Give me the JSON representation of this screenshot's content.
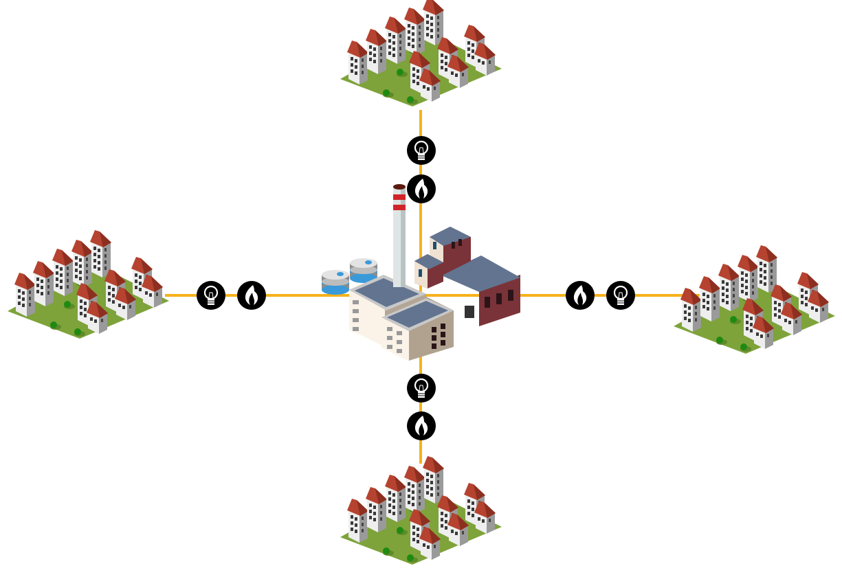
{
  "colors": {
    "line": "#f5b21b",
    "ground": "#7ea33a",
    "roof": "#b5432f",
    "wall_light": "#eeeeee",
    "wall_dark": "#9a9a9a",
    "window": "#3a3a3a",
    "tree": "#1f8a12",
    "icon_bg": "#000000",
    "icon_fg": "#ffffff",
    "factory_roof": "#627490",
    "factory_wall": "#fbf3e8",
    "factory_brick": "#7a3338",
    "chimney_stripe": "#d0242a"
  },
  "diagram": {
    "center": {
      "type": "factory",
      "icon": "power-plant-icon"
    },
    "branches": [
      {
        "direction": "top",
        "node": "neighborhood",
        "icons": [
          "flame-icon",
          "lightbulb-icon"
        ]
      },
      {
        "direction": "left",
        "node": "neighborhood",
        "icons": [
          "flame-icon",
          "lightbulb-icon"
        ]
      },
      {
        "direction": "right",
        "node": "neighborhood",
        "icons": [
          "flame-icon",
          "lightbulb-icon"
        ]
      },
      {
        "direction": "bottom",
        "node": "neighborhood",
        "icons": [
          "flame-icon",
          "lightbulb-icon"
        ]
      }
    ]
  }
}
